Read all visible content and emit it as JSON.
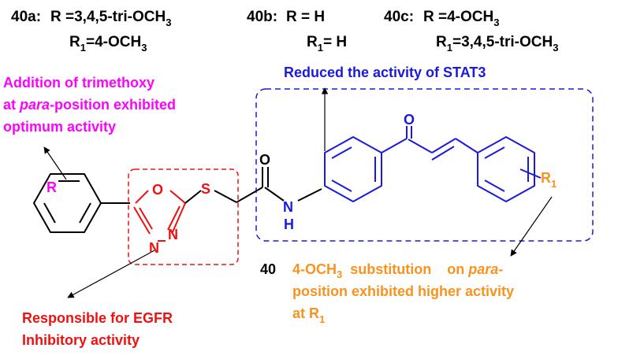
{
  "variants": {
    "a_label": "40a:",
    "a_r": "R =3,4,5-tri-OCH",
    "a_r_sub": "3",
    "a_r1_name": "R",
    "a_r1_sub": "1",
    "a_r1_value": "=4-OCH",
    "a_r1_value_sub": "3",
    "b_label": "40b:",
    "b_r": "R  = H",
    "b_r1_name": "R",
    "b_r1_sub": "1",
    "b_r1_value": "= H",
    "c_label": "40c:",
    "c_r": "R =4-OCH",
    "c_r_sub": "3",
    "c_r1_name": "R",
    "c_r1_sub": "1",
    "c_r1_value": "=3,4,5-tri-OCH",
    "c_r1_value_sub": "3"
  },
  "annotations": {
    "magenta_line1": "Addition    of    trimethoxy",
    "magenta_line2_pre": "at ",
    "magenta_line2_italic": "para",
    "magenta_line2_post": "-position exhibited",
    "magenta_line3": "optimum activity",
    "blue": "Reduced the activity of STAT3",
    "red_line1": "Responsible for EGFR",
    "red_line2": "Inhibitory activity",
    "orange_line1_a": "4-OCH",
    "orange_line1_sub": "3",
    "orange_line1_b": "  substitution    on ",
    "orange_line1_italic": "para",
    "orange_line1_c": "-",
    "orange_line2": "position exhibited higher activity",
    "orange_line3": "at R",
    "orange_line3_sub": "1"
  },
  "molecule": {
    "compound_number": "40",
    "atom_r": "R",
    "atom_o_ring": "O",
    "atom_n_left": "N",
    "atom_n_right": "N",
    "atom_s": "S",
    "atom_o_amide": "O",
    "atom_n_amide": "N",
    "atom_h_amide": "H",
    "atom_o_ketone": "O",
    "atom_r1": "R",
    "atom_r1_sub": "1"
  },
  "colors": {
    "black": "#000000",
    "magenta": "#ff00ff",
    "blue": "#1a1adc",
    "red": "#ee1111",
    "orange": "#f7931e"
  }
}
